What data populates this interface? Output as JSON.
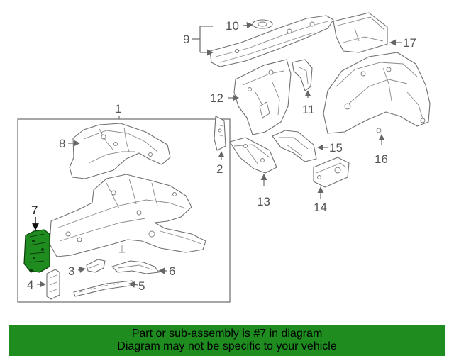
{
  "callouts": {
    "c1": "1",
    "c2": "2",
    "c3": "3",
    "c4": "4",
    "c5": "5",
    "c6": "6",
    "c7": "7",
    "c8": "8",
    "c9": "9",
    "c10": "10",
    "c11": "11",
    "c12": "12",
    "c13": "13",
    "c14": "14",
    "c15": "15",
    "c16": "16",
    "c17": "17"
  },
  "highlight": {
    "part_number": "7",
    "color": "#1f8c1f"
  },
  "colors": {
    "banner_bg": "#1f8c1f",
    "line": "#777777"
  },
  "banner": {
    "line1": "Part or sub-assembly is #7 in diagram",
    "line2": "Diagram may not be specific to your vehicle"
  }
}
